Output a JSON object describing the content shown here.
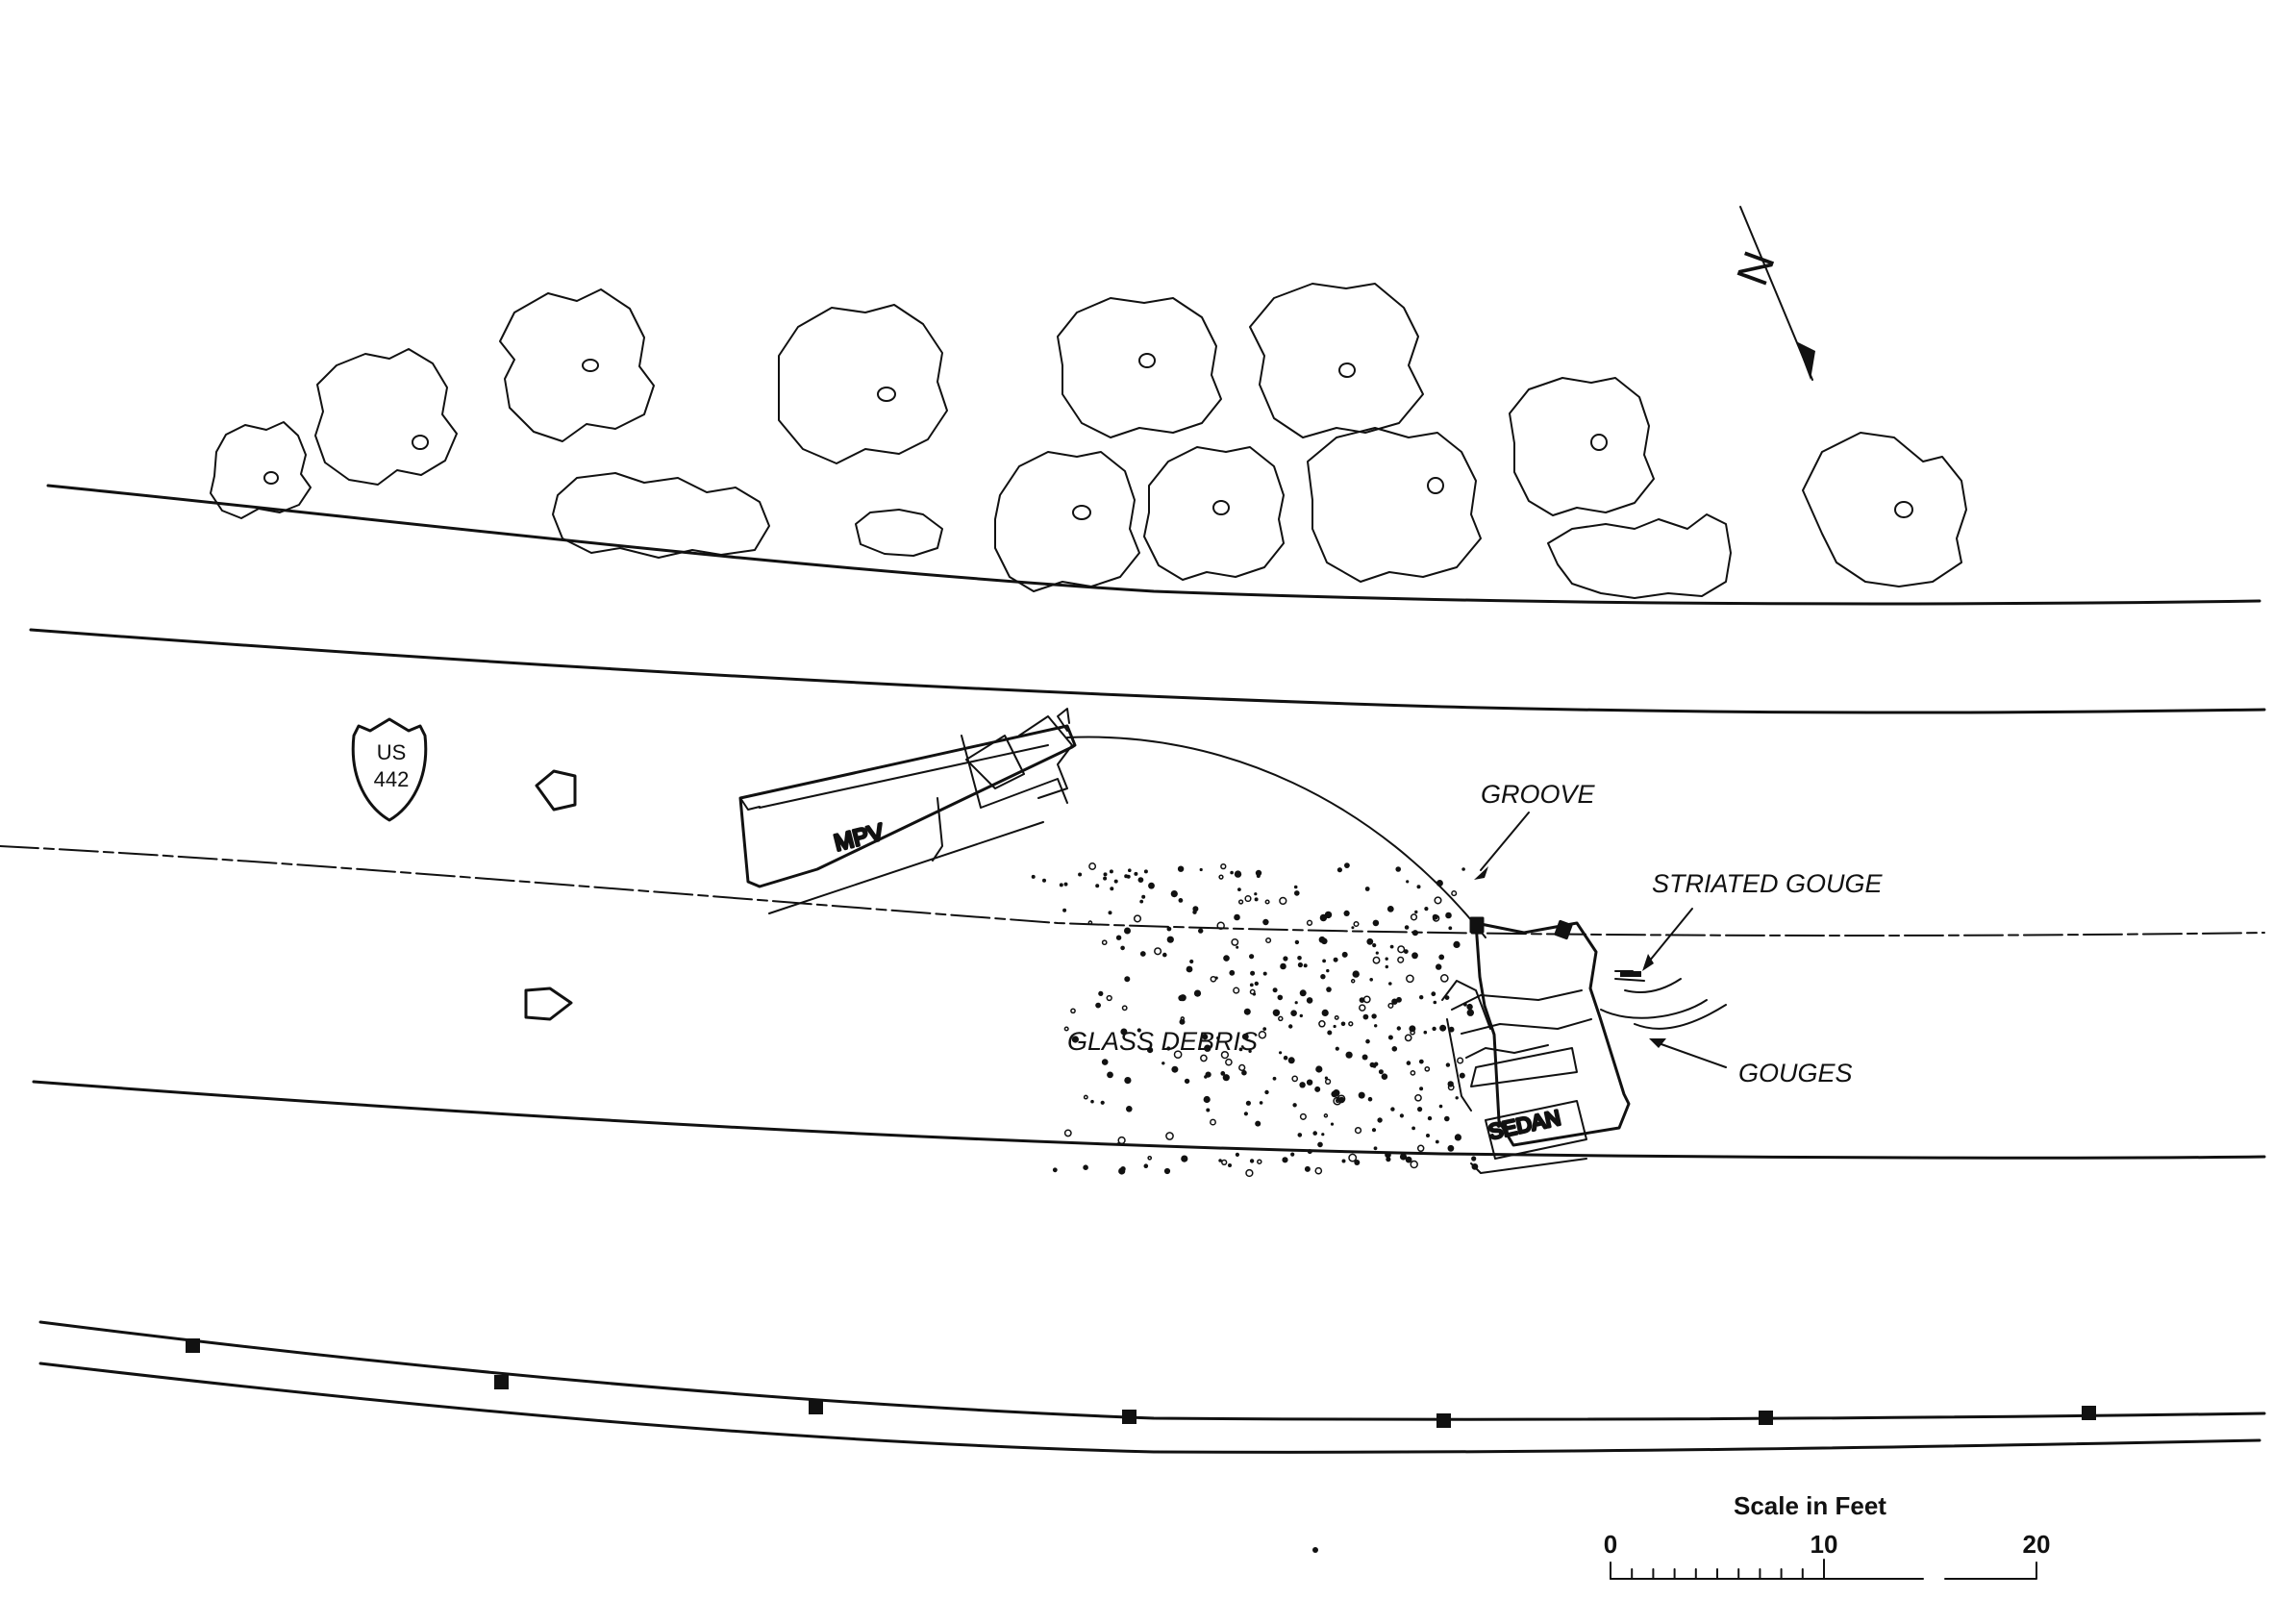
{
  "labels": {
    "groove": "GROOVE",
    "striated_gouge": "STRIATED GOUGE",
    "gouges": "GOUGES",
    "glass_debris": "GLASS DEBRIS",
    "mpv": "MPV",
    "sedan": "SEDAN"
  },
  "route_shield": {
    "line1": "US",
    "line2": "442"
  },
  "north_arrow": {
    "letter": "N"
  },
  "scale": {
    "title": "Scale in Feet",
    "ticks": [
      "0",
      "10",
      "20"
    ]
  },
  "colors": {
    "ink": "#111111",
    "background": "#ffffff"
  }
}
